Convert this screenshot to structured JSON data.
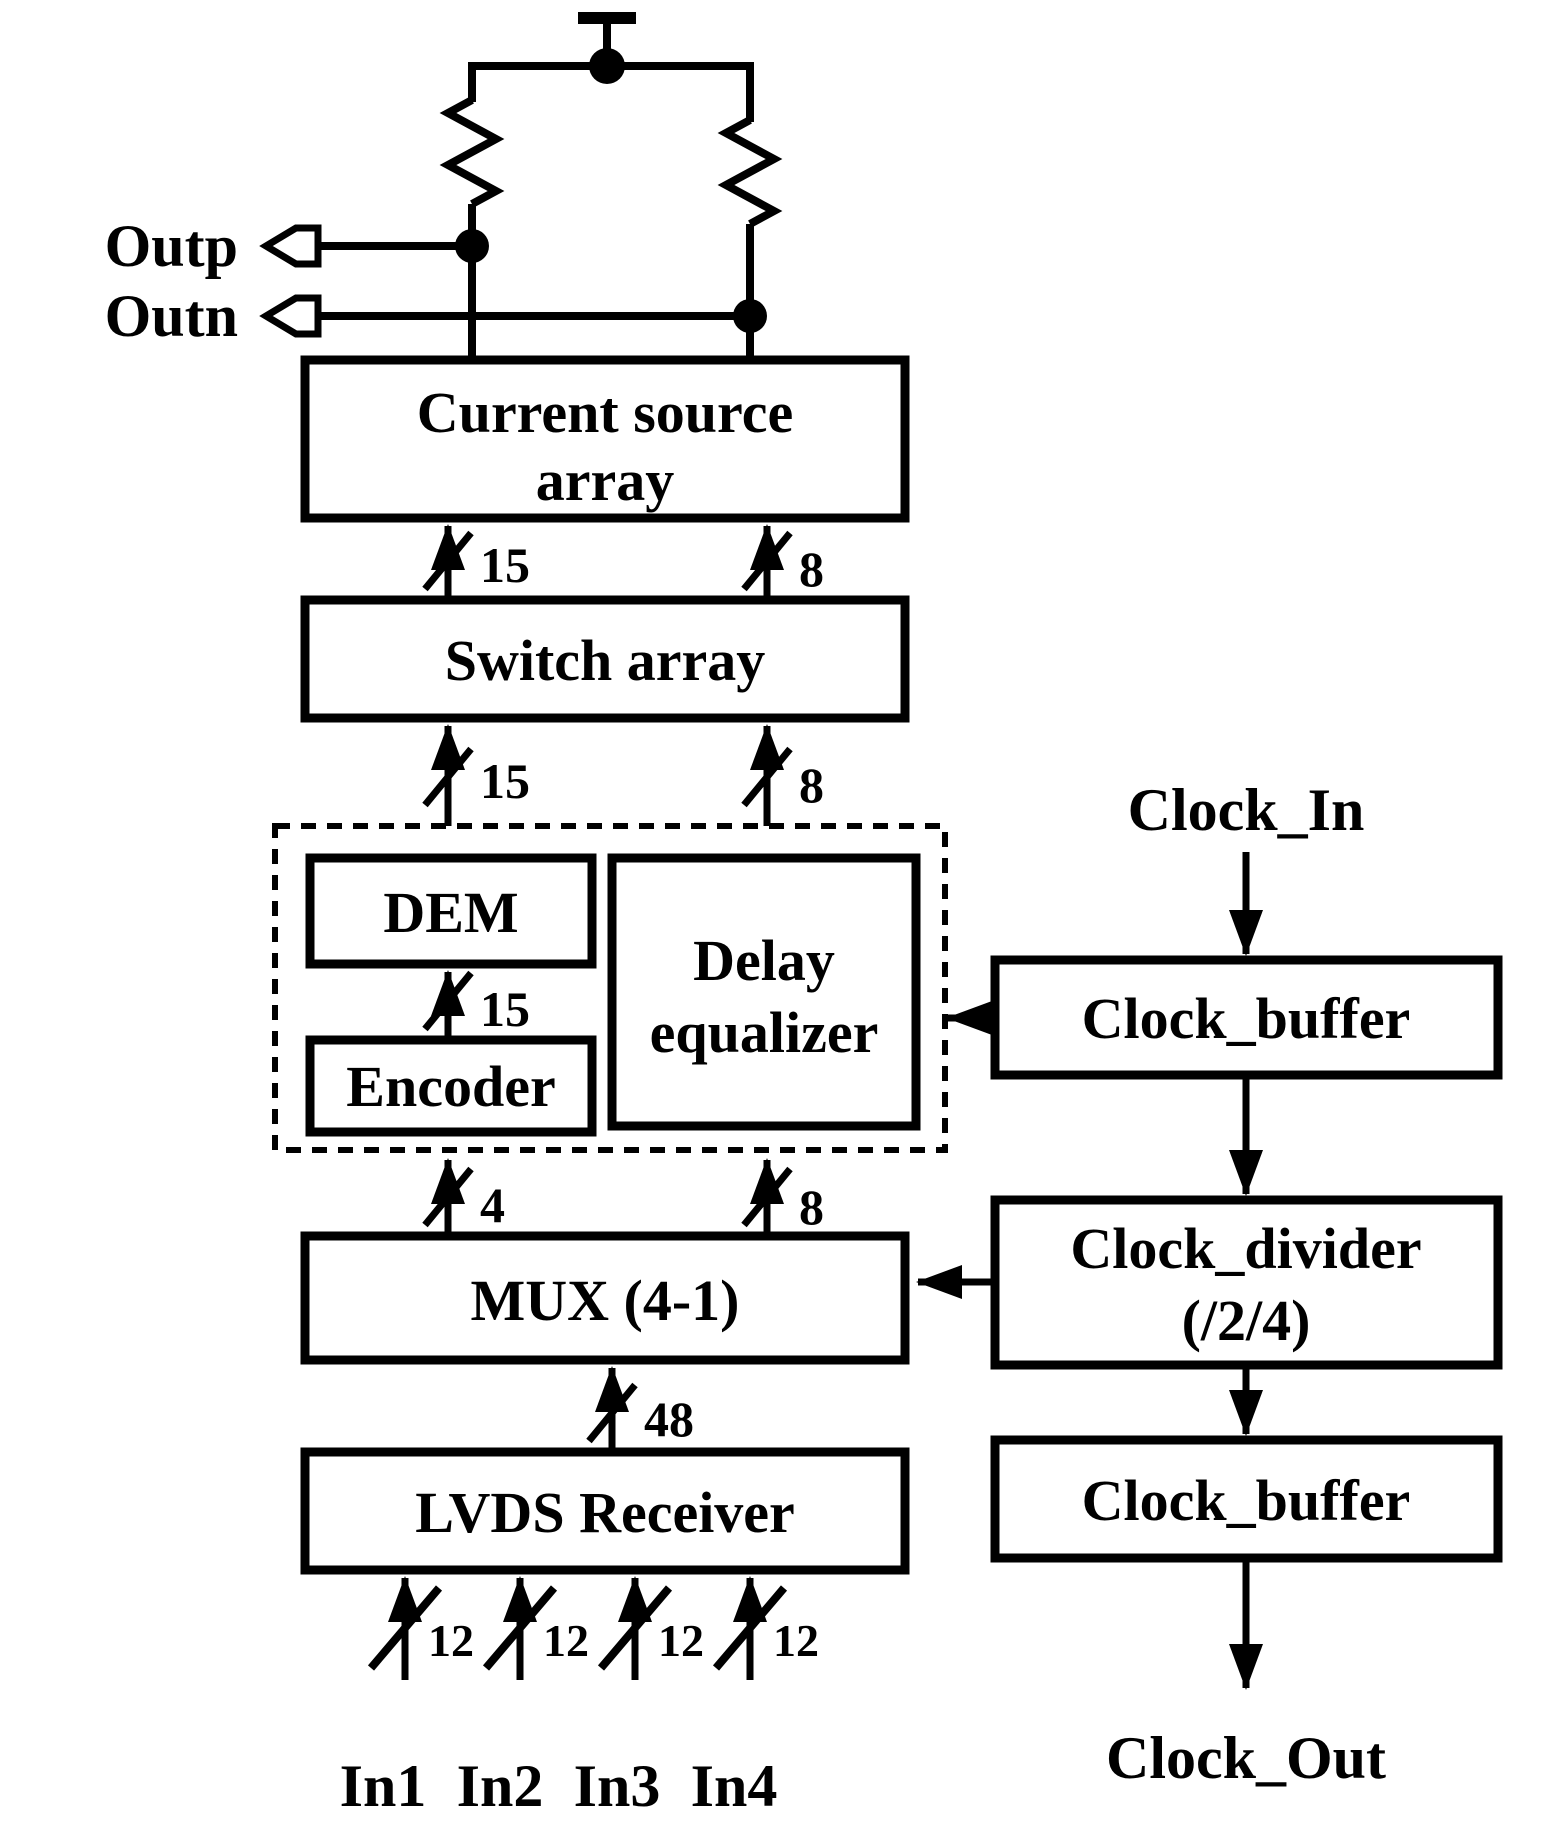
{
  "blocks": {
    "current_source_array": {
      "line1": "Current source",
      "line2": "array"
    },
    "switch_array": {
      "label": "Switch array"
    },
    "dem": {
      "label": "DEM"
    },
    "encoder": {
      "label": "Encoder"
    },
    "delay_equalizer": {
      "line1": "Delay",
      "line2": "equalizer"
    },
    "mux": {
      "label": "MUX (4-1)"
    },
    "lvds_receiver": {
      "label": "LVDS Receiver"
    },
    "clock_buffer_top": {
      "label": "Clock_buffer"
    },
    "clock_divider": {
      "line1": "Clock_divider",
      "line2": "(/2/4)"
    },
    "clock_buffer_bottom": {
      "label": "Clock_buffer"
    }
  },
  "ports": {
    "outp": "Outp",
    "outn": "Outn",
    "clock_in": "Clock_In",
    "clock_out": "Clock_Out",
    "in1": "In1",
    "in2": "In2",
    "in3": "In3",
    "in4": "In4"
  },
  "buses": {
    "switch_to_current_left": "15",
    "switch_to_current_right": "8",
    "dem_to_switch": "15",
    "delay_to_switch": "8",
    "encoder_to_dem": "15",
    "mux_to_encoder": "4",
    "mux_to_delay": "8",
    "lvds_to_mux": "48",
    "in1": "12",
    "in2": "12",
    "in3": "12",
    "in4": "12"
  },
  "colors": {
    "ink": "#000000",
    "background": "#ffffff"
  }
}
